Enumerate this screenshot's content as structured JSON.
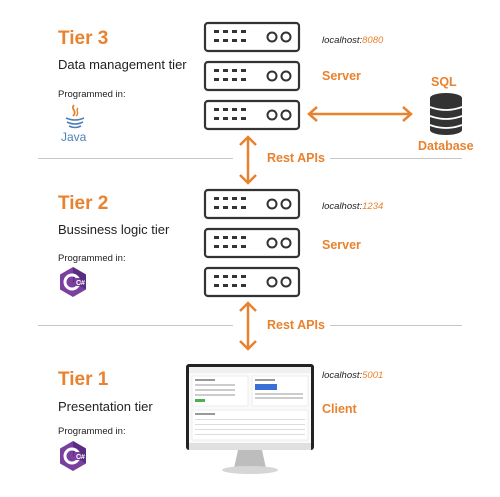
{
  "tiers": [
    {
      "title": "Tier 3",
      "subtitle": "Data management tier",
      "programmed_label": "Programmed in:",
      "language": "Java",
      "lang_text": "Java",
      "host_prefix": "localhost:",
      "host_port": "8080",
      "role": "Server"
    },
    {
      "title": "Tier 2",
      "subtitle": "Bussiness logic tier",
      "programmed_label": "Programmed in:",
      "language": "C#",
      "lang_text": "C#",
      "host_prefix": "localhost:",
      "host_port": "1234",
      "role": "Server"
    },
    {
      "title": "Tier 1",
      "subtitle": "Presentation tier",
      "programmed_label": "Programmed in:",
      "language": "C#",
      "lang_text": "C#",
      "host_prefix": "localhost:",
      "host_port": "5001",
      "role": "Client"
    }
  ],
  "database": {
    "top_label": "SQL",
    "bottom_label": "Database"
  },
  "connectors": {
    "api_label_1": "Rest APIs",
    "api_label_2": "Rest APIs"
  },
  "colors": {
    "accent": "#e8822e",
    "icon": "#333333",
    "divider": "#c8c8c8",
    "csharp": "#7b3fa0"
  },
  "icons": [
    "server-icon",
    "java-logo-icon",
    "csharp-logo-icon",
    "database-icon",
    "monitor-icon",
    "double-arrow-icon"
  ]
}
